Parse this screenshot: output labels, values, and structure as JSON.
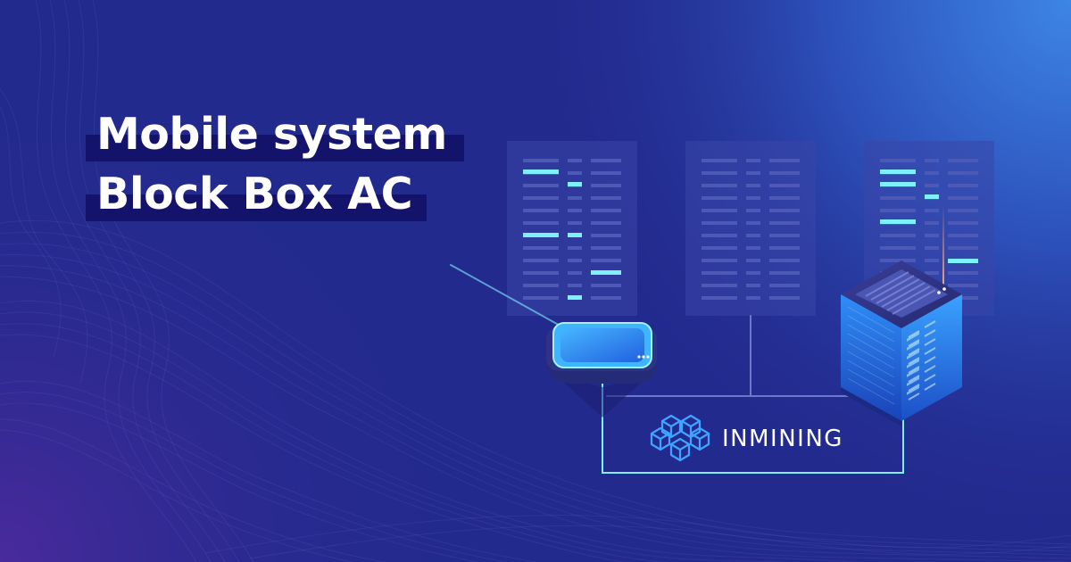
{
  "banner": {
    "title_line_1": "Mobile system",
    "title_line_2": "Block Box AC",
    "brand_name": "INMINING"
  },
  "colors": {
    "background": "#232a8e",
    "background_glow": "#3b7de0",
    "title_highlight": "#14136b",
    "accent_cyan": "#7ff0ff",
    "server_blue": "#1f7cf0"
  },
  "icons": [
    "blocks-logo-icon",
    "router-device",
    "server-rack",
    "data-panel"
  ]
}
